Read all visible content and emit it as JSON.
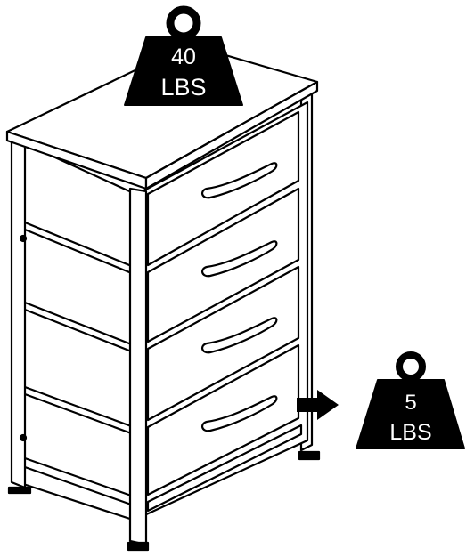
{
  "top_weight": {
    "value": "40",
    "unit": "LBS"
  },
  "side_weight": {
    "value": "5",
    "unit": "LBS"
  },
  "colors": {
    "ink": "#000000",
    "background": "#ffffff",
    "weight_text": "#ffffff"
  },
  "icons": {
    "top_weight": "kettlebell-weight-icon",
    "side_weight": "kettlebell-weight-icon",
    "direction": "arrow-right-icon"
  }
}
